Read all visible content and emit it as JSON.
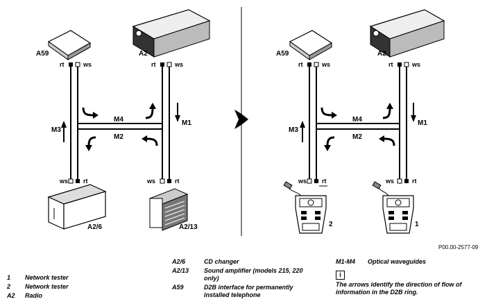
{
  "labels": {
    "a59": "A59",
    "a2": "A2",
    "a2_6": "A2/6",
    "a2_13": "A2/13",
    "rt": "rt",
    "ws": "ws",
    "m1": "M1",
    "m2": "M2",
    "m3": "M3",
    "m4": "M4",
    "tester_2": "2",
    "tester_1": "1",
    "ref_code": "P00.00-2577-09"
  },
  "legend": {
    "col1": [
      {
        "key": "1",
        "value": "Network tester"
      },
      {
        "key": "2",
        "value": "Network tester"
      },
      {
        "key": "A2",
        "value": "Radio"
      }
    ],
    "col2": [
      {
        "key": "A2/6",
        "value": "CD changer"
      },
      {
        "key": "A2/13",
        "value": "Sound amplifier (models 215, 220"
      },
      {
        "key": "",
        "value": "only)"
      },
      {
        "key": "A59",
        "value": "D2B interface for permanently"
      },
      {
        "key": "",
        "value": "installed telephone"
      }
    ],
    "col3_head": {
      "key": "M1-M4",
      "value": "Optical waveguides"
    },
    "info_icon": "i",
    "note_line1": "The arrows identify the direction of flow of",
    "note_line2": "information in the D2B ring."
  }
}
